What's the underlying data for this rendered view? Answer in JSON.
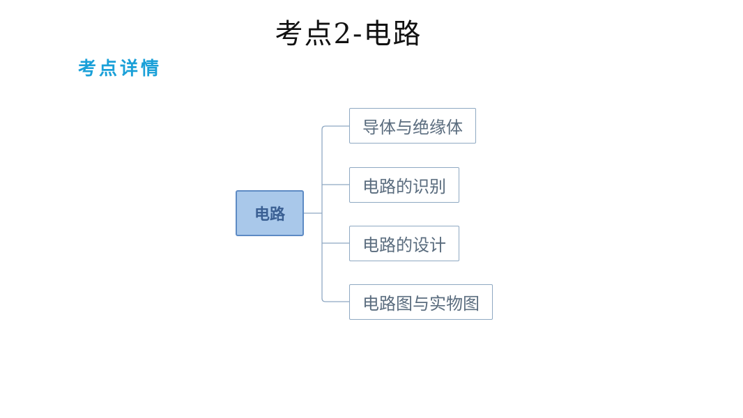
{
  "title": "考点2-电路",
  "subtitle": "考点详情",
  "mindmap": {
    "root": "电路",
    "branches": [
      {
        "label": "导体与绝缘体"
      },
      {
        "label": "电路的识别"
      },
      {
        "label": "电路的设计"
      },
      {
        "label": "电路图与实物图"
      }
    ],
    "colors": {
      "root_fill": "#a9c8ea",
      "root_border": "#5d8ac4",
      "line": "#8ea8c2",
      "subtitle": "#1aa0d8"
    }
  }
}
